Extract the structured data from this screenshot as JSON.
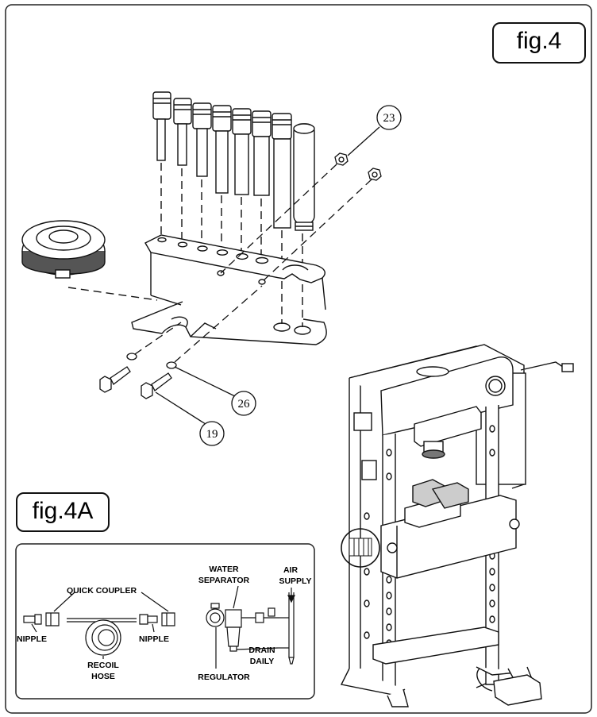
{
  "figures": {
    "main_label": "fig.4",
    "inset_label": "fig.4A"
  },
  "callouts": {
    "c23": "23",
    "c26": "26",
    "c19": "19"
  },
  "inset": {
    "quick_coupler": "QUICK COUPLER",
    "nipple_left": "NIPPLE",
    "nipple_right": "NIPPLE",
    "recoil_hose_line1": "RECOIL",
    "recoil_hose_line2": "HOSE",
    "water_separator_line1": "WATER",
    "water_separator_line2": "SEPARATOR",
    "air_supply_line1": "AIR",
    "air_supply_line2": "SUPPLY",
    "drain_daily_line1": "DRAIN",
    "drain_daily_line2": "DAILY",
    "regulator": "REGULATOR"
  }
}
